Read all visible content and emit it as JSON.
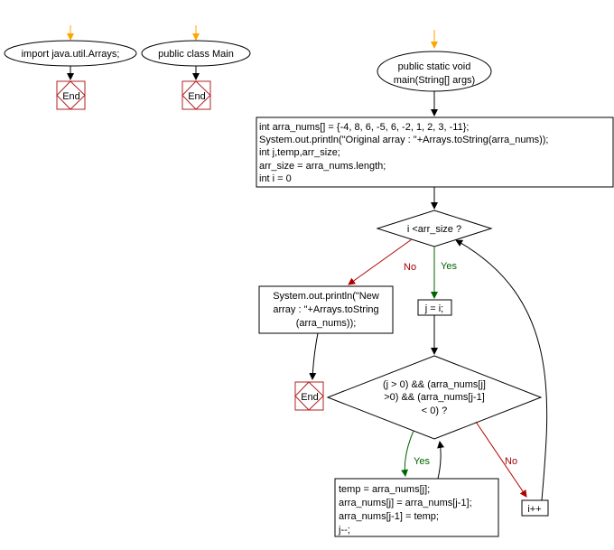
{
  "nodes": {
    "import_start": "import java.util.Arrays;",
    "class_start": "public class Main",
    "main_start": [
      "public static void",
      "main(String[] args)"
    ],
    "end_label": "End",
    "init_block": [
      "int arra_nums[] = {-4, 8, 6, -5, 6, -2, 1, 2, 3, -11};",
      "System.out.println(\"Original array : \"+Arrays.toString(arra_nums));",
      "int j,temp,arr_size;",
      "arr_size = arra_nums.length;",
      "int i = 0"
    ],
    "loop_condition": "i <arr_size ?",
    "print_new_array": [
      "System.out.println(\"New",
      "array : \"+Arrays.toString",
      "(arra_nums));"
    ],
    "assign_j": "j = i;",
    "inner_condition": [
      "(j > 0) && (arra_nums[j]",
      ">0) && (arra_nums[j-1]",
      "< 0) ?"
    ],
    "swap_block": [
      "temp = arra_nums[j];",
      "arra_nums[j] = arra_nums[j-1];",
      "arra_nums[j-1] = temp;",
      "j--;"
    ],
    "increment_i": "i++"
  },
  "edge_labels": {
    "yes": "Yes",
    "no": "No"
  },
  "colors": {
    "entry_arrow": "#ffa500",
    "yes_branch": "#006400",
    "no_branch": "#b00000",
    "end_symbol": "#b22222"
  }
}
